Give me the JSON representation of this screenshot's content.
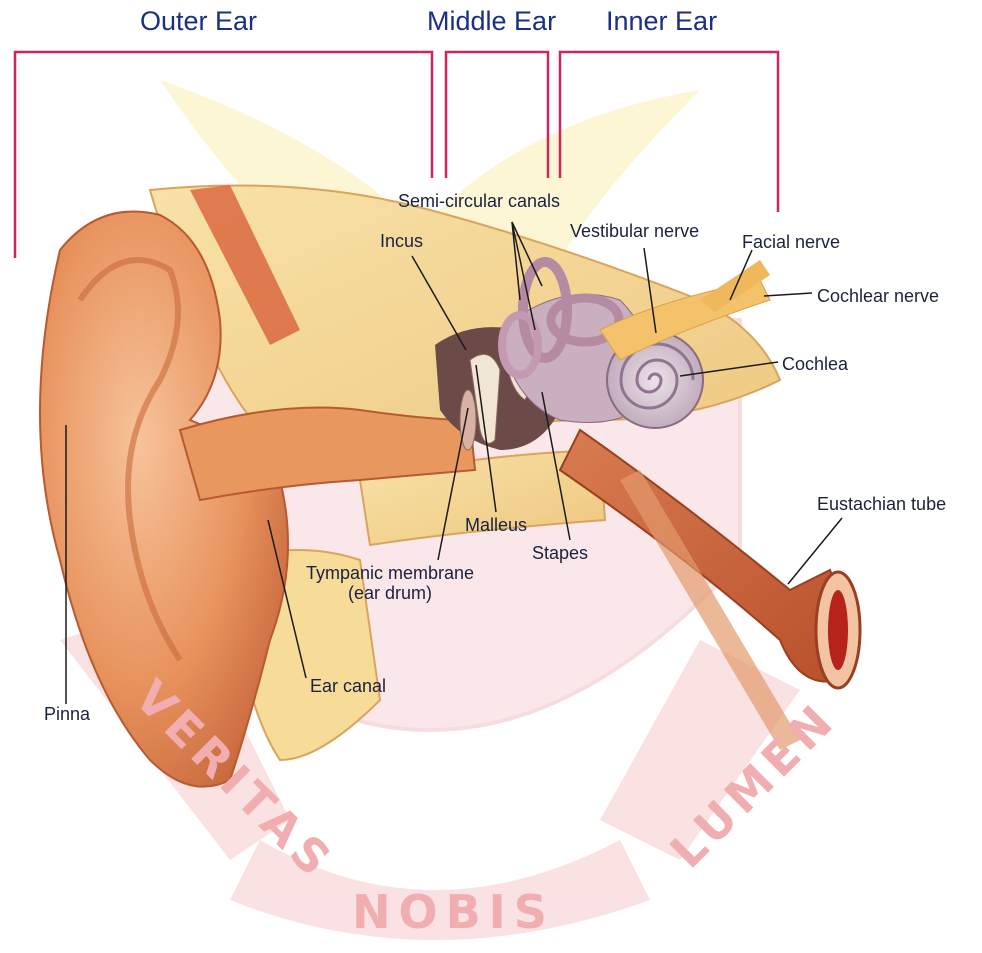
{
  "regions": {
    "outer": "Outer Ear",
    "middle": "Middle Ear",
    "inner": "Inner Ear"
  },
  "labels": {
    "semicircular": "Semi-circular canals",
    "incus": "Incus",
    "vestibular": "Vestibular nerve",
    "facial": "Facial nerve",
    "cochlear_nerve": "Cochlear nerve",
    "cochlea": "Cochlea",
    "eustachian": "Eustachian tube",
    "malleus": "Malleus",
    "stapes": "Stapes",
    "tympanic_1": "Tympanic membrane",
    "tympanic_2": "(ear drum)",
    "ear_canal": "Ear canal",
    "pinna": "Pinna"
  },
  "watermark": {
    "left": "VERITAS",
    "bottom": "NOBIS",
    "right": "LUMEN"
  },
  "colors": {
    "bracket": "#d0255a",
    "region_text": "#1a2f86",
    "label_text": "#1b2240",
    "leader": "#1b1b1b",
    "skin": "#e89a6a",
    "bone": "#f6dc98",
    "watermark": "#f4b9b9"
  }
}
